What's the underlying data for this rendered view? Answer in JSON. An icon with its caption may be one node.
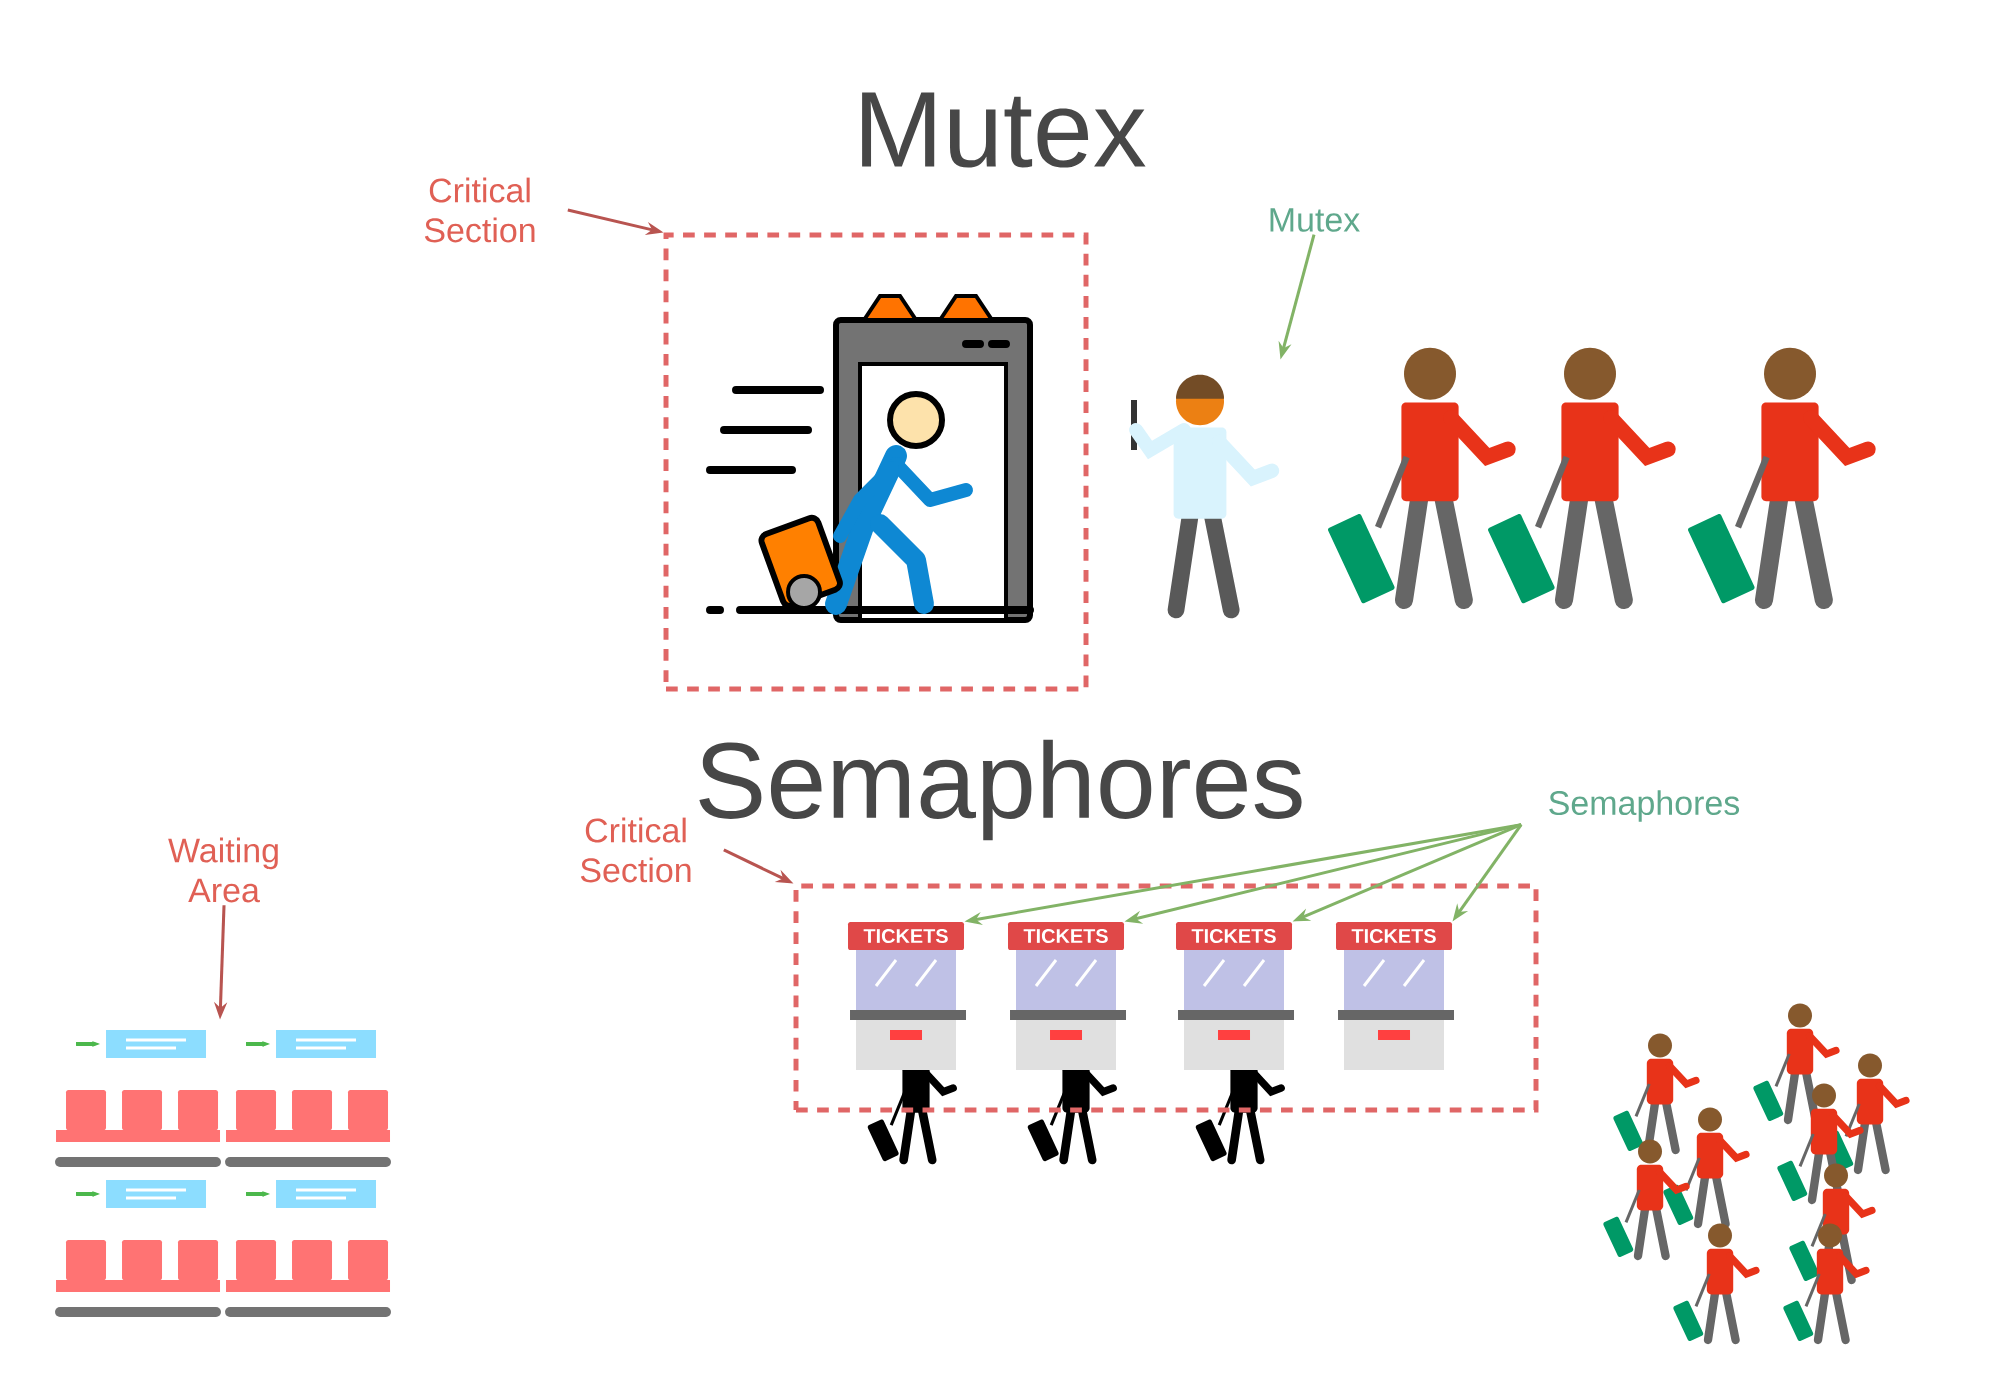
{
  "diagram": {
    "nodes": [
      {
        "text": [
          "Critical Section"
        ]
      },
      {
        "text": [],
        "shape": "box"
      },
      {
        "text": [
          "Mutex"
        ]
      },
      {
        "text": [],
        "shape": "picture"
      },
      {
        "text": [
          "Waiting Area"
        ]
      },
      {
        "text": [],
        "shape": "picture"
      },
      {
        "text": [
          "Critical Section"
        ]
      },
      {
        "text": [],
        "shape": "box"
      },
      {
        "text": [
          "Semaphores"
        ]
      },
      {
        "text": [
          "TICKETS"
        ],
        "in": 7
      },
      {
        "text": [
          "TICKETS"
        ],
        "in": 7
      },
      {
        "text": [
          "TICKETS"
        ],
        "in": 7
      },
      {
        "text": [
          "TICKETS"
        ],
        "in": 7
      }
    ],
    "edges": [
      {
        "from": 0,
        "to": 1,
        "arrow": "to",
        "color": "#b85450"
      },
      {
        "from": 2,
        "to": 3,
        "arrow": "to"
      },
      {
        "from": 4,
        "to": 5,
        "arrow": "to",
        "color": "#b85450"
      },
      {
        "from": 6,
        "to": 7,
        "arrow": "to",
        "color": "#b85450"
      },
      {
        "from": 8,
        "to": 9,
        "arrow": "to"
      },
      {
        "from": 8,
        "to": 10,
        "arrow": "to"
      },
      {
        "from": 8,
        "to": 11,
        "arrow": "to"
      },
      {
        "from": 8,
        "to": 12,
        "arrow": "to"
      }
    ],
    "labels": [
      "Mutex",
      "Semaphores"
    ]
  }
}
